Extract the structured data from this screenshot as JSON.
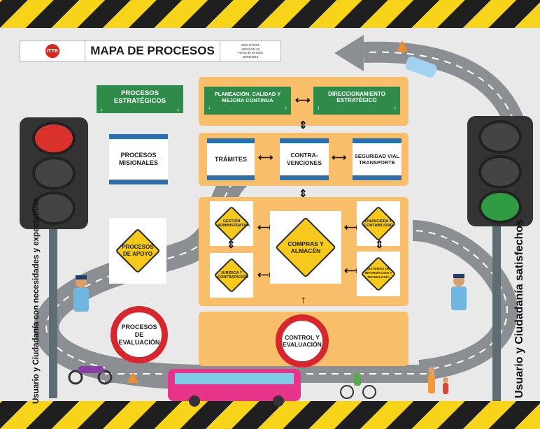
{
  "header": {
    "logo_text": "ITTB",
    "title": "MAPA DE PROCESOS",
    "meta_code": "DES-OTI001",
    "meta_version_label": "VERSIÓN",
    "meta_version": "02",
    "meta_date_label": "Fecha de Emisión",
    "meta_date": "30/09/2015"
  },
  "legend": {
    "estrategicos": "PROCESOS ESTRATÉGICOS",
    "misionales": "PROCESOS MISIONALES",
    "apoyo": "PROCESOS DE APOYO",
    "evaluacion": "PROCESOS DE EVALUACIÓN"
  },
  "strategic": {
    "planeacion": "PLANEACIÓN, CALIDAD Y MEJORA CONTINUA",
    "direccionamiento": "DIRECCIONAMIENTO ESTRATÉGICO"
  },
  "missional": {
    "tramites": "TRÁMITES",
    "contravenciones": "CONTRA- VENCIONES",
    "seguridad": "SEGURIDAD VIAL TRANSPORTE"
  },
  "support": {
    "gestion": "GESTIÓN ADMINISTRATIVA",
    "juridica": "JURÍDICA Y CONTRATACIÓN",
    "compras": "COMPRAS Y ALMACÉN",
    "financiera": "FINANCIERA Y CONTABILIDAD",
    "sistemas": "SISTEMAS DE INFORMACIÓN Y TECNOLOGÍA"
  },
  "evaluation": {
    "control": "CONTROL Y EVALUACIÓN"
  },
  "side_labels": {
    "left": "Usuario y Ciudadanía con necesidades y expectativas",
    "right": "Usuario y Ciudadanía satisfechos"
  },
  "colors": {
    "orange_panel": "#f8be6a",
    "strategic_green": "#2e8b4a",
    "missional_blue": "#2c6fae",
    "diamond_yellow": "#f6c91b",
    "sign_red": "#d6262e"
  }
}
